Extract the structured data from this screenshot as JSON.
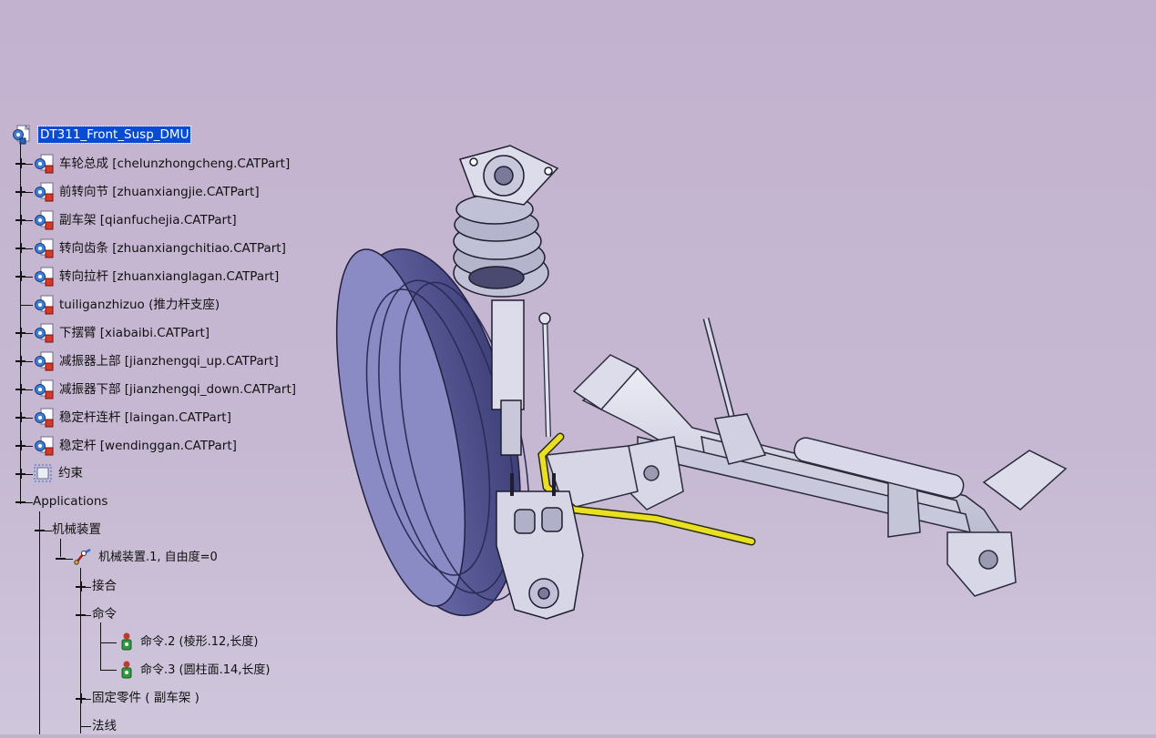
{
  "tree": {
    "root": "DT311_Front_Susp_DMU",
    "parts": [
      {
        "label": "车轮总成 [chelunzhongcheng.CATPart]"
      },
      {
        "label": "前转向节 [zhuanxiangjie.CATPart]"
      },
      {
        "label": "副车架 [qianfuchejia.CATPart]"
      },
      {
        "label": "转向齿条 [zhuanxiangchitiao.CATPart]"
      },
      {
        "label": "转向拉杆 [zhuanxianglagan.CATPart]"
      },
      {
        "label": "tuiliganzhizuo (推力杆支座)"
      },
      {
        "label": "下摆臂 [xiabaibi.CATPart]"
      },
      {
        "label": "减振器上部 [jianzhengqi_up.CATPart]"
      },
      {
        "label": "减振器下部 [jianzhengqi_down.CATPart]"
      },
      {
        "label": "稳定杆连杆 [laingan.CATPart]"
      },
      {
        "label": "稳定杆 [wendinggan.CATPart]"
      }
    ],
    "constraints": "约束",
    "applications": "Applications",
    "mechanisms_group": "机械装置",
    "mechanism": "机械装置.1, 自由度=0",
    "joints": "接合",
    "commands": "命令",
    "command_items": [
      {
        "label": "命令.2 (棱形.12,长度)"
      },
      {
        "label": "命令.3 (圆柱面.14,长度)"
      }
    ],
    "fixed_part": "固定零件 ( 副车架 )",
    "laws": "法线"
  },
  "colors": {
    "background_top": "#c3b2cf",
    "background_bottom": "#cfc6dc",
    "selection": "#0a4bd6",
    "tire": "#5c5c9a",
    "metal": "#d4d4e4",
    "stabilizer_bar": "#e8e020"
  },
  "icons": {
    "root": "product-assembly-icon",
    "part": "part-instance-icon",
    "constraints": "constraints-icon",
    "mechanism": "mechanism-icon",
    "command": "command-icon"
  }
}
